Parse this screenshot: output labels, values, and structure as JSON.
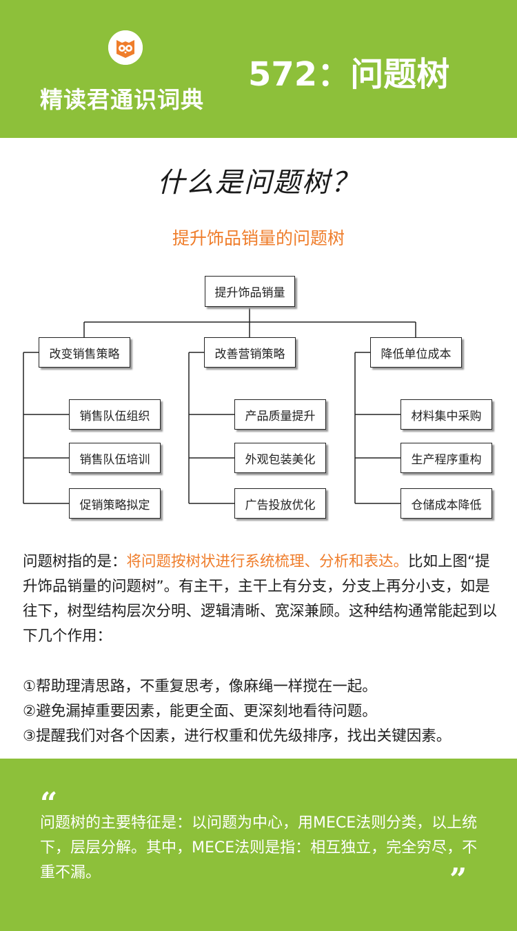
{
  "header": {
    "brand": "精读君通识词典",
    "issue_title": "572：问题树",
    "logo_icon": "owl-book-icon",
    "background": "#8dc03a"
  },
  "section_title": "什么是问题树？",
  "diagram": {
    "title": "提升饰品销量的问题树",
    "root": "提升饰品销量",
    "branches": [
      {
        "label": "改变销售策略",
        "children": [
          "销售队伍组织",
          "销售队伍培训",
          "促销策略拟定"
        ]
      },
      {
        "label": "改善营销策略",
        "children": [
          "产品质量提升",
          "外观包装美化",
          "广告投放优化"
        ]
      },
      {
        "label": "降低单位成本",
        "children": [
          "材料集中采购",
          "生产程序重构",
          "仓储成本降低"
        ]
      }
    ],
    "title_color": "#ef7d2b"
  },
  "definition": {
    "lead": "问题树指的是：",
    "highlight": "将问题按树状进行系统梳理、分析和表达。",
    "rest": "比如上图“提升饰品销量的问题树”。有主干，主干上有分支，分支上再分小支，如是往下，树型结构层次分明、逻辑清晰、宽深兼顾。这种结构通常能起到以下几个作用："
  },
  "points": [
    "①帮助理清思路，不重复思考，像麻绳一样搅在一起。",
    "②避免漏掉重要因素，能更全面、更深刻地看待问题。",
    "③提醒我们对各个因素，进行权重和优先级排序，找出关键因素。"
  ],
  "quote": {
    "open_mark": "“",
    "text": "问题树的主要特征是：以问题为中心，用MECE法则分类，以上统下，层层分解。其中，MECE法则是指：相互独立，完全穷尽，不重不漏。",
    "close_mark": "”"
  }
}
